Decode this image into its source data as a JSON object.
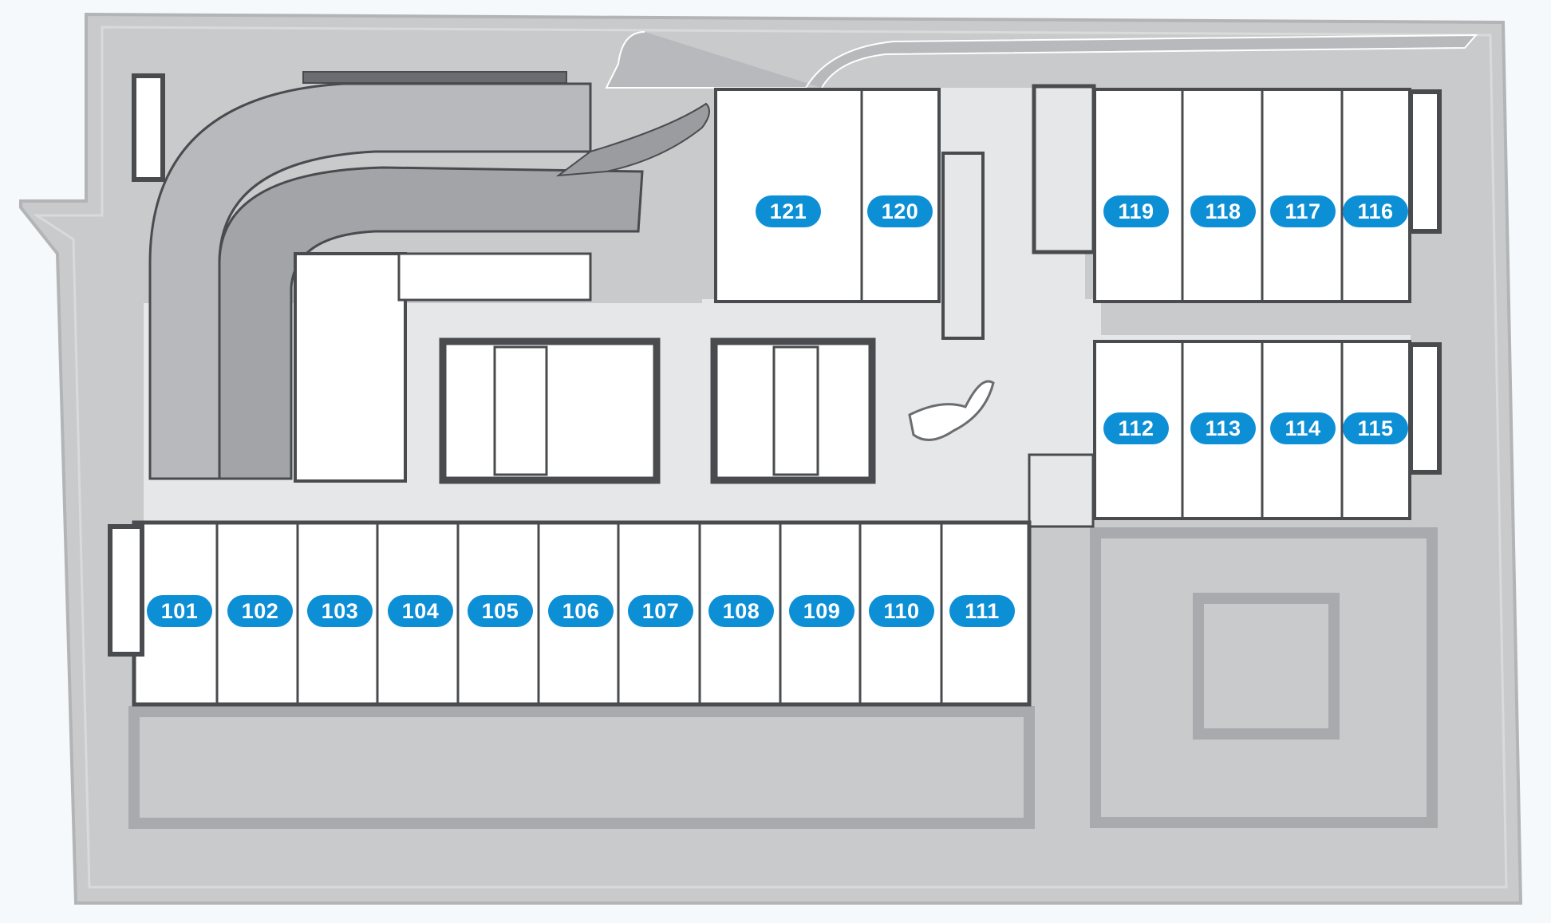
{
  "colors": {
    "background": "#f5f9fc",
    "site_fill": "#c9cacc",
    "site_outline": "#a9aaad",
    "corridor": "#e6e7e8",
    "room": "#ffffff",
    "wall": "#4a4b4e",
    "ramp": "#9b9c9f",
    "label_fill": "#0d8fd6",
    "label_text": "#ffffff"
  },
  "units": [
    {
      "id": "101",
      "label": "101"
    },
    {
      "id": "102",
      "label": "102"
    },
    {
      "id": "103",
      "label": "103"
    },
    {
      "id": "104",
      "label": "104"
    },
    {
      "id": "105",
      "label": "105"
    },
    {
      "id": "106",
      "label": "106"
    },
    {
      "id": "107",
      "label": "107"
    },
    {
      "id": "108",
      "label": "108"
    },
    {
      "id": "109",
      "label": "109"
    },
    {
      "id": "110",
      "label": "110"
    },
    {
      "id": "111",
      "label": "111"
    },
    {
      "id": "112",
      "label": "112"
    },
    {
      "id": "113",
      "label": "113"
    },
    {
      "id": "114",
      "label": "114"
    },
    {
      "id": "115",
      "label": "115"
    },
    {
      "id": "116",
      "label": "116"
    },
    {
      "id": "117",
      "label": "117"
    },
    {
      "id": "118",
      "label": "118"
    },
    {
      "id": "119",
      "label": "119"
    },
    {
      "id": "120",
      "label": "120"
    },
    {
      "id": "121",
      "label": "121"
    }
  ]
}
